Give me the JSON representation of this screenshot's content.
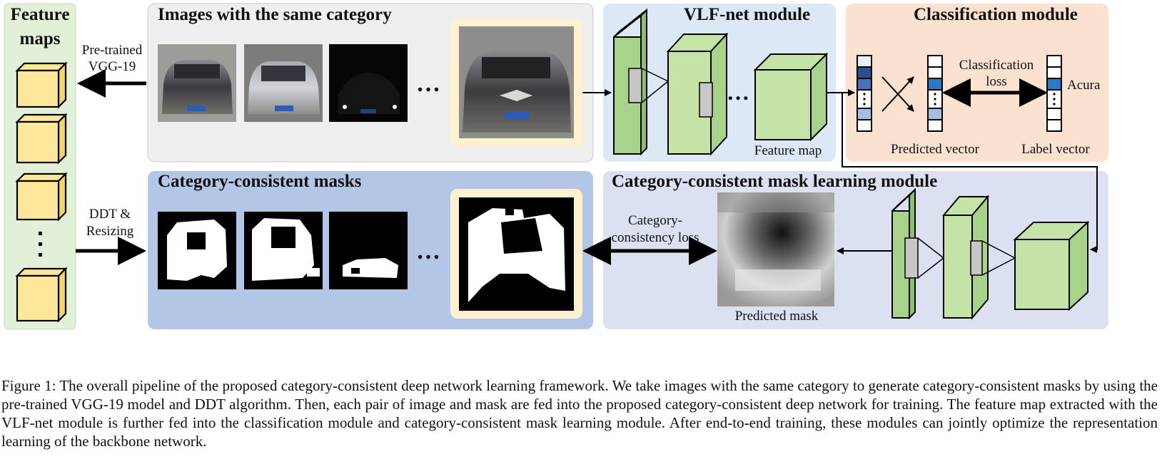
{
  "panels": {
    "feature_maps_title": "Feature maps",
    "images_title": "Images with the same category",
    "vlf_title": "VLF-net module",
    "classification_title": "Classification module",
    "masks_title": "Category-consistent masks",
    "mask_learning_title": "Category-consistent mask learning module"
  },
  "labels": {
    "pretrained_line1": "Pre-trained",
    "pretrained_line2": "VGG-19",
    "ddt_line1": "DDT &",
    "ddt_line2": "Resizing",
    "feature_map": "Feature map",
    "classification_loss_line1": "Classification",
    "classification_loss_line2": "loss",
    "acura": "Acura",
    "predicted_vector": "Predicted vector",
    "label_vector": "Label vector",
    "consistency_loss_line1": "Category-",
    "consistency_loss_line2": "consistency loss",
    "predicted_mask": "Predicted mask",
    "ellipsis": "…"
  },
  "caption": {
    "prefix": "Figure 1: ",
    "text": "The overall pipeline of the proposed category-consistent deep network learning framework. We take images with the same category to generate category-consistent masks by using the pre-trained VGG-19 model and DDT algorithm. Then, each pair of image and mask are fed into the proposed category-consistent deep network for training. The feature map extracted with the VLF-net module is further fed into the classification module and category-consistent mask learning module. After end-to-end training, these modules can jointly optimize the representation learning of the backbone network."
  },
  "colors": {
    "feature_panel": "#e3f0d8",
    "images_panel": "#efefef",
    "vlf_panel": "#dce8f5",
    "class_panel": "#fbe1d0",
    "masks_panel": "#b3c6e6",
    "mask_learn_panel": "#dce1f2",
    "cube_yellow": "#fde79a",
    "cube_green": "#c5e3a7",
    "highlight_frame": "#fdf1cf"
  }
}
